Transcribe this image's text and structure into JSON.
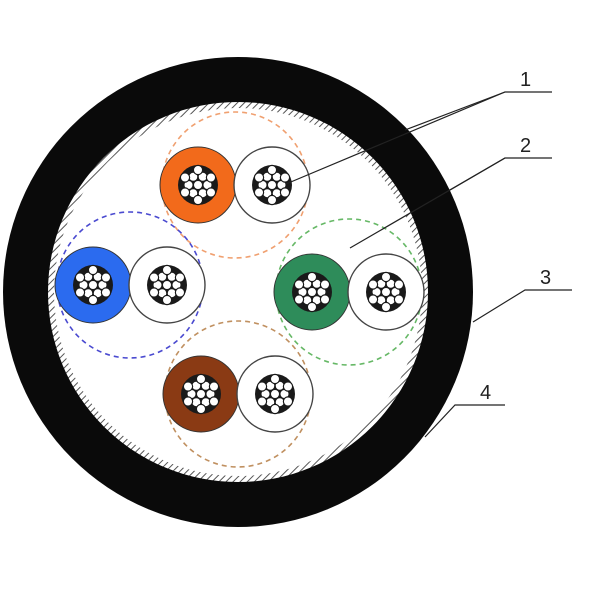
{
  "diagram": {
    "colors": {
      "background": "#ffffff",
      "jacket": "#0a0a0a",
      "shield_hatch": "#666666",
      "filler": "#ffffff",
      "conductor": "#1a1a1a",
      "leader_line": "#222222"
    },
    "pairs": [
      {
        "id": "orange",
        "color": "#f26a1b",
        "ring": "#f0a070"
      },
      {
        "id": "blue",
        "color": "#2b6bef",
        "ring": "#4a4ad0"
      },
      {
        "id": "green",
        "color": "#2e8c5a",
        "ring": "#66b866"
      },
      {
        "id": "brown",
        "color": "#8a3a14",
        "ring": "#c09060"
      }
    ],
    "callouts": [
      {
        "label": "1"
      },
      {
        "label": "2"
      },
      {
        "label": "3"
      },
      {
        "label": "4"
      }
    ]
  }
}
